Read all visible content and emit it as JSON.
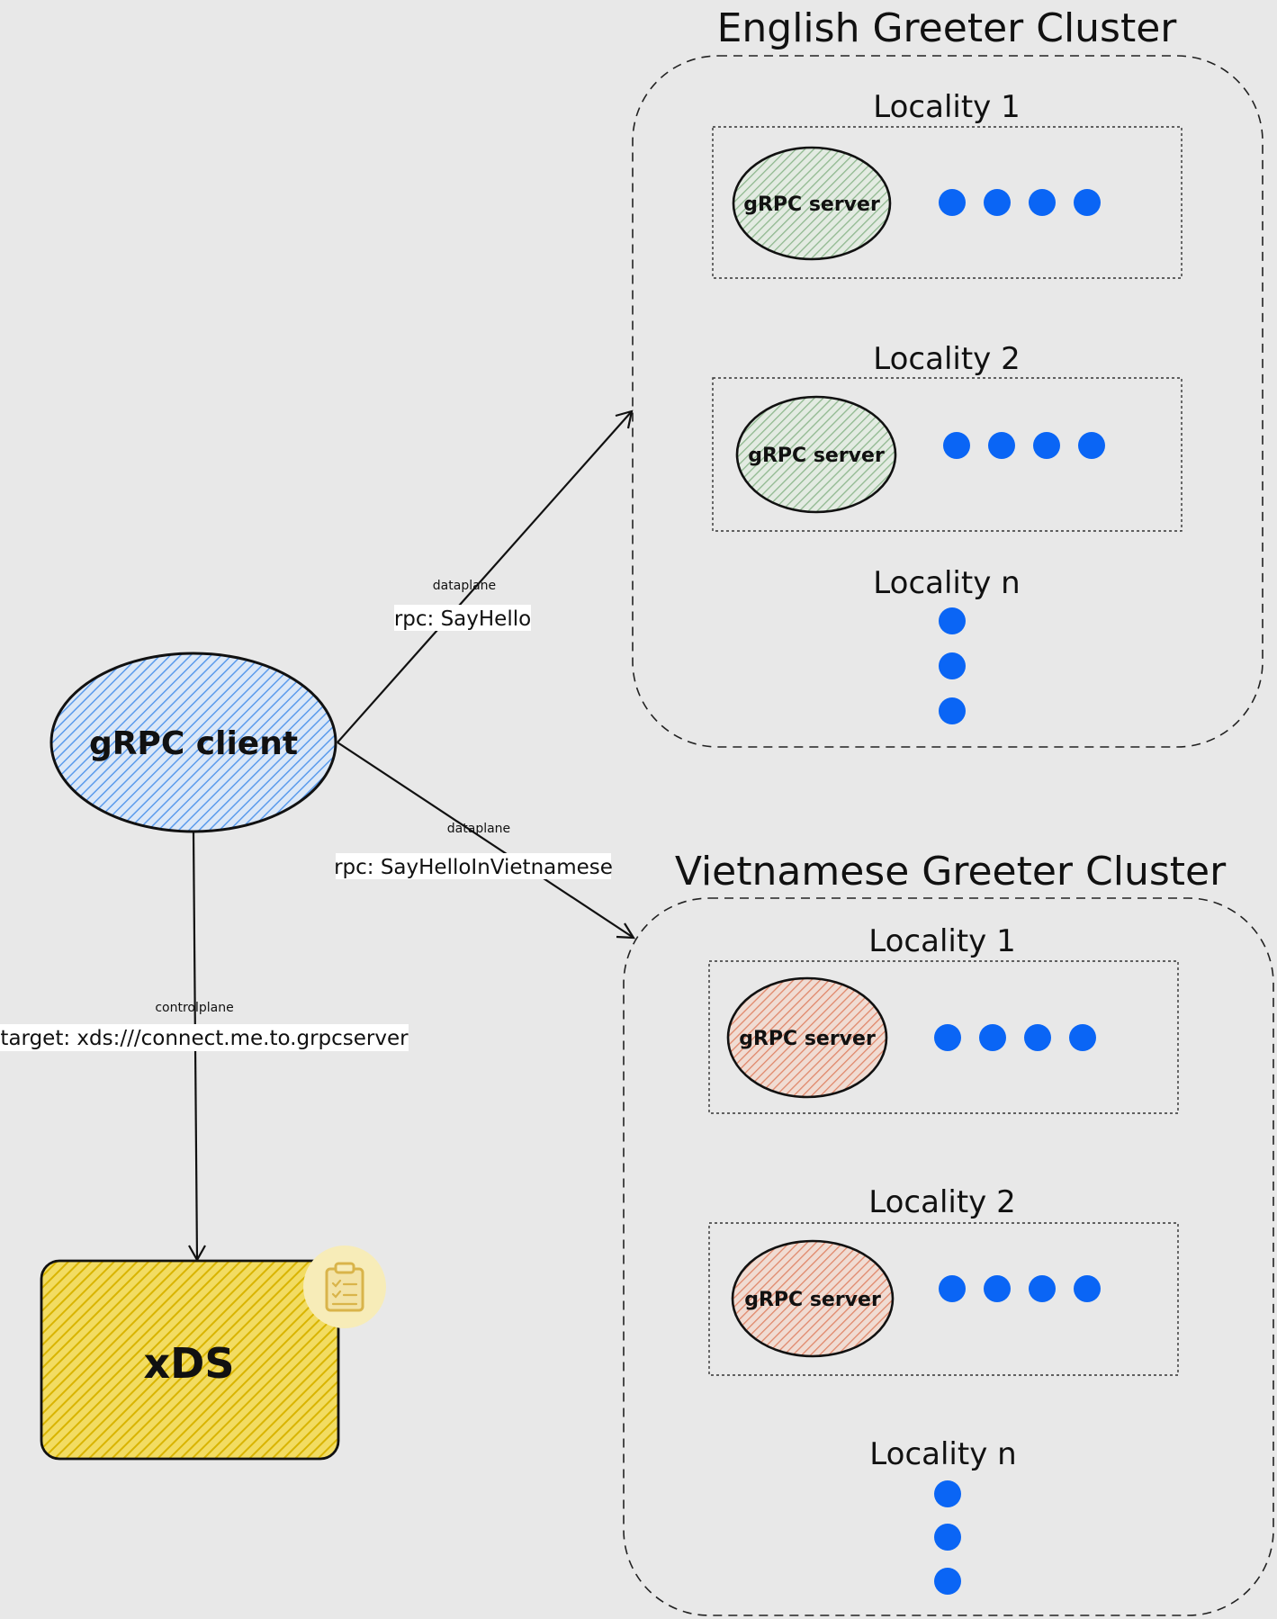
{
  "client": {
    "label": "gRPC client"
  },
  "xds": {
    "label": "xDS",
    "icon": "clipboard-icon"
  },
  "edges": {
    "english": {
      "plane": "dataplane",
      "rpc": "rpc: SayHello"
    },
    "vietnamese": {
      "plane": "dataplane",
      "rpc": "rpc: SayHelloInVietnamese"
    },
    "control": {
      "plane": "controlplane",
      "target": "target: xds:///connect.me.to.grpcserver"
    }
  },
  "clusters": {
    "english": {
      "title": "English Greeter Cluster",
      "server_color": "#8fb88f",
      "localities": [
        {
          "label": "Locality 1",
          "server": "gRPC server"
        },
        {
          "label": "Locality 2",
          "server": "gRPC server"
        },
        {
          "label": "Locality n"
        }
      ]
    },
    "vietnamese": {
      "title": "Vietnamese Greeter Cluster",
      "server_color": "#e0876a",
      "localities": [
        {
          "label": "Locality 1",
          "server": "gRPC server"
        },
        {
          "label": "Locality 2",
          "server": "gRPC server"
        },
        {
          "label": "Locality n"
        }
      ]
    }
  },
  "colors": {
    "background": "#e8e8e8",
    "client_hatch": "#5b9bec",
    "xds_hatch": "#e6c20a",
    "dot": "#0a65f5"
  }
}
